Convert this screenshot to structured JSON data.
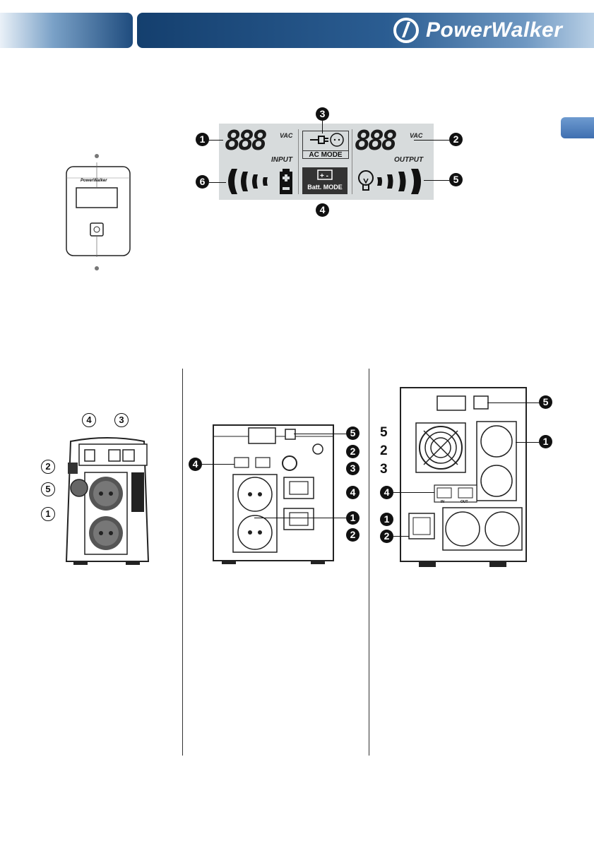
{
  "header": {
    "brand": "PowerWalker"
  },
  "front_view": {
    "logo_text": "PowerWalker"
  },
  "lcd": {
    "input_digits": "888",
    "output_digits": "888",
    "input_unit": "VAC",
    "output_unit": "VAC",
    "input_label": "INPUT",
    "output_label": "OUTPUT",
    "ac_mode_label": "AC MODE",
    "batt_mode_label": "Batt. MODE",
    "callouts": {
      "input": "1",
      "output": "2",
      "ac_mode": "3",
      "batt_mode": "4",
      "load": "5",
      "battery": "6"
    }
  },
  "rear_panel_1": {
    "callouts": [
      "4",
      "3",
      "2",
      "5",
      "1"
    ]
  },
  "rear_panel_2": {
    "callouts": [
      "5",
      "2",
      "3",
      "4",
      "4",
      "1",
      "2"
    ]
  },
  "rear_panel_3": {
    "callouts": [
      "5",
      "1",
      "5",
      "2",
      "3",
      "4",
      "1",
      "2"
    ],
    "port_in": "IN",
    "port_out": "OUT"
  },
  "colors": {
    "brand_blue": "#1f4c7e",
    "tab_blue": "#4f80bf",
    "lcd_bg": "#d7dbdc"
  }
}
